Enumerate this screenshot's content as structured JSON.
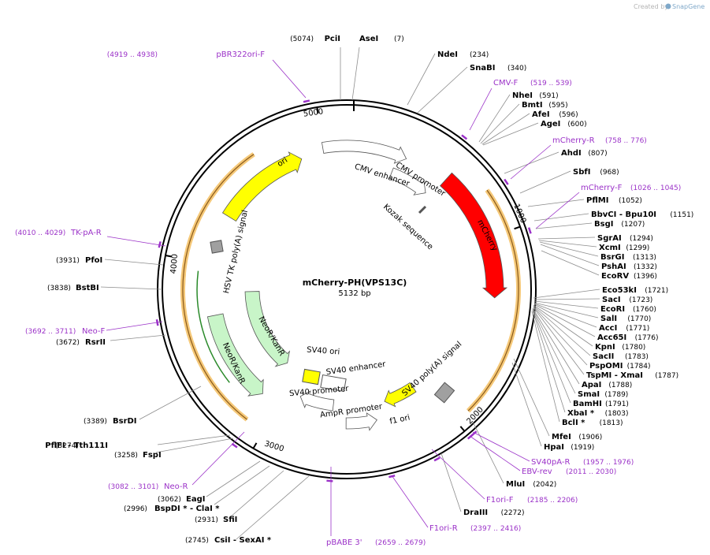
{
  "credit": {
    "prefix": "Created by",
    "brand": "SnapGene"
  },
  "plasmid": {
    "name": "mCherry-PH(VPS13C)",
    "length": "5132 bp",
    "bp": 5132
  },
  "ticks": [
    "1000",
    "2000",
    "3000",
    "4000",
    "5000"
  ],
  "colors": {
    "primer": "#9b32c8",
    "yellow": "#ffff00",
    "red": "#ff0000",
    "green": "#c8f5c8",
    "gray": "#a0a0a0",
    "orf": "#f5c878"
  },
  "sites": [
    {
      "name": "PciI",
      "pos": "(5074)",
      "side": "left"
    },
    {
      "name": "AseI",
      "pos": "(7)",
      "side": "right"
    },
    {
      "name": "NdeI",
      "pos": "(234)",
      "side": "right"
    },
    {
      "name": "SnaBI",
      "pos": "(340)",
      "side": "right"
    },
    {
      "name": "NheI",
      "pos": "(591)",
      "side": "right"
    },
    {
      "name": "BmtI",
      "pos": "(595)",
      "side": "right"
    },
    {
      "name": "AfeI",
      "pos": "(596)",
      "side": "right"
    },
    {
      "name": "AgeI",
      "pos": "(600)",
      "side": "right"
    },
    {
      "name": "AhdI",
      "pos": "(807)",
      "side": "right"
    },
    {
      "name": "SbfI",
      "pos": "(968)",
      "side": "right"
    },
    {
      "name": "PflMI",
      "pos": "(1052)",
      "side": "right"
    },
    {
      "name": "BbvCI - Bpu10I",
      "pos": "(1151)",
      "side": "right"
    },
    {
      "name": "BsgI",
      "pos": "(1207)",
      "side": "right"
    },
    {
      "name": "SgrAI",
      "pos": "(1294)",
      "side": "right"
    },
    {
      "name": "XcmI",
      "pos": "(1299)",
      "side": "right"
    },
    {
      "name": "BsrGI",
      "pos": "(1313)",
      "side": "right"
    },
    {
      "name": "PshAI",
      "pos": "(1332)",
      "side": "right"
    },
    {
      "name": "EcoRV",
      "pos": "(1396)",
      "side": "right"
    },
    {
      "name": "Eco53kI",
      "pos": "(1721)",
      "side": "right"
    },
    {
      "name": "SacI",
      "pos": "(1723)",
      "side": "right"
    },
    {
      "name": "EcoRI",
      "pos": "(1760)",
      "side": "right"
    },
    {
      "name": "SalI",
      "pos": "(1770)",
      "side": "right"
    },
    {
      "name": "AccI",
      "pos": "(1771)",
      "side": "right"
    },
    {
      "name": "Acc65I",
      "pos": "(1776)",
      "side": "right"
    },
    {
      "name": "KpnI",
      "pos": "(1780)",
      "side": "right"
    },
    {
      "name": "SacII",
      "pos": "(1783)",
      "side": "right"
    },
    {
      "name": "PspOMI",
      "pos": "(1784)",
      "side": "right"
    },
    {
      "name": "TspMI - XmaI",
      "pos": "(1787)",
      "side": "right"
    },
    {
      "name": "ApaI",
      "pos": "(1788)",
      "side": "right"
    },
    {
      "name": "SmaI",
      "pos": "(1789)",
      "side": "right"
    },
    {
      "name": "BamHI",
      "pos": "(1791)",
      "side": "right"
    },
    {
      "name": "XbaI *",
      "pos": "(1803)",
      "side": "right"
    },
    {
      "name": "BclI *",
      "pos": "(1813)",
      "side": "right"
    },
    {
      "name": "MfeI",
      "pos": "(1906)",
      "side": "right"
    },
    {
      "name": "HpaI",
      "pos": "(1919)",
      "side": "right"
    },
    {
      "name": "MluI",
      "pos": "(2042)",
      "side": "right"
    },
    {
      "name": "DraIII",
      "pos": "(2272)",
      "side": "right"
    },
    {
      "name": "CsiI - SexAI *",
      "pos": "(2745)",
      "side": "left"
    },
    {
      "name": "SfiI",
      "pos": "(2931)",
      "side": "left"
    },
    {
      "name": "BspDI * - ClaI *",
      "pos": "(2996)",
      "side": "left"
    },
    {
      "name": "EagI",
      "pos": "(3062)",
      "side": "left"
    },
    {
      "name": "FspI",
      "pos": "(3258)",
      "side": "left"
    },
    {
      "name": "PflFI - Tth111I",
      "pos": "(3274)",
      "side": "left"
    },
    {
      "name": "BsrDI",
      "pos": "(3389)",
      "side": "left"
    },
    {
      "name": "RsrII",
      "pos": "(3672)",
      "side": "left"
    },
    {
      "name": "BstBI",
      "pos": "(3838)",
      "side": "left"
    },
    {
      "name": "PfoI",
      "pos": "(3931)",
      "side": "left"
    }
  ],
  "primers": [
    {
      "name": "pBR322ori-F",
      "pos": "(4919 .. 4938)",
      "side": "left"
    },
    {
      "name": "CMV-F",
      "pos": "(519 .. 539)",
      "side": "right"
    },
    {
      "name": "mCherry-R",
      "pos": "(758 .. 776)",
      "side": "right"
    },
    {
      "name": "mCherry-F",
      "pos": "(1026 .. 1045)",
      "side": "right"
    },
    {
      "name": "SV40pA-R",
      "pos": "(1957 .. 1976)",
      "side": "right"
    },
    {
      "name": "EBV-rev",
      "pos": "(2011 .. 2030)",
      "side": "right"
    },
    {
      "name": "F1ori-F",
      "pos": "(2185 .. 2206)",
      "side": "right"
    },
    {
      "name": "F1ori-R",
      "pos": "(2397 .. 2416)",
      "side": "right"
    },
    {
      "name": "pBABE 3'",
      "pos": "(2659 .. 2679)",
      "side": "right"
    },
    {
      "name": "Neo-R",
      "pos": "(3082 .. 3101)",
      "side": "left"
    },
    {
      "name": "Neo-F",
      "pos": "(3692 .. 3711)",
      "side": "left"
    },
    {
      "name": "TK-pA-R",
      "pos": "(4010 .. 4029)",
      "side": "left"
    }
  ],
  "features": [
    {
      "name": "ori",
      "type": "origin"
    },
    {
      "name": "CMV enhancer",
      "type": "enhancer"
    },
    {
      "name": "CMV promoter",
      "type": "promoter"
    },
    {
      "name": "mCherry",
      "type": "cds"
    },
    {
      "name": "Kozak sequence",
      "type": "misc"
    },
    {
      "name": "HSV TK poly(A) signal",
      "type": "polyA"
    },
    {
      "name": "NeoR/KanR",
      "type": "cds"
    },
    {
      "name": "NeoR/KanR",
      "type": "cds"
    },
    {
      "name": "SV40 ori",
      "type": "origin"
    },
    {
      "name": "SV40 enhancer",
      "type": "enhancer"
    },
    {
      "name": "SV40 promoter",
      "type": "promoter"
    },
    {
      "name": "AmpR promoter",
      "type": "promoter"
    },
    {
      "name": "f1 ori",
      "type": "origin"
    },
    {
      "name": "SV40 poly(A) signal",
      "type": "polyA"
    }
  ]
}
